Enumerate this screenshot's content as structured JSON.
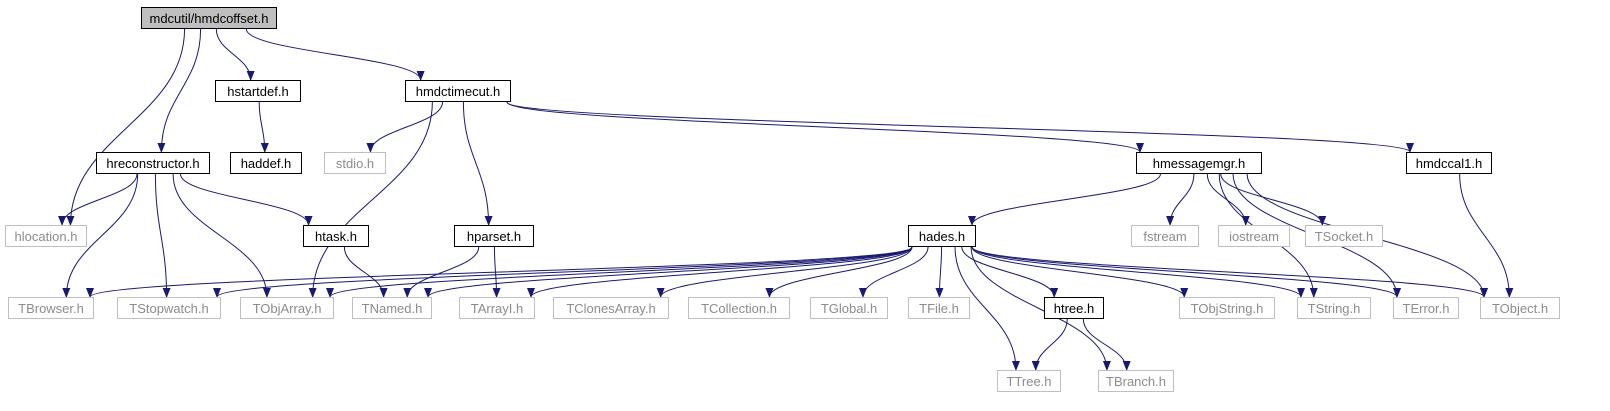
{
  "colors": {
    "edge": "#191970",
    "border": "#000000",
    "gray_border": "#bfbfbf",
    "gray_text": "#8c8c8c",
    "root_fill": "#bfbfbf"
  },
  "nodes": {
    "root": "mdcutil/hmdcoffset.h",
    "hstartdef": "hstartdef.h",
    "hmdctimecut": "hmdctimecut.h",
    "haddef": "haddef.h",
    "hreconstructor": "hreconstructor.h",
    "stdio": "stdio.h",
    "hmessagemgr": "hmessagemgr.h",
    "hmdccal1": "hmdccal1.h",
    "hlocation": "hlocation.h",
    "htask": "htask.h",
    "hparset": "hparset.h",
    "hades": "hades.h",
    "fstream": "fstream",
    "iostream": "iostream",
    "TSocket": "TSocket.h",
    "TBrowser": "TBrowser.h",
    "TStopwatch": "TStopwatch.h",
    "TObjArray": "TObjArray.h",
    "TNamed": "TNamed.h",
    "TArrayI": "TArrayI.h",
    "TClonesArray": "TClonesArray.h",
    "TCollection": "TCollection.h",
    "TGlobal": "TGlobal.h",
    "TFile": "TFile.h",
    "htree": "htree.h",
    "TObjString": "TObjString.h",
    "TString": "TString.h",
    "TError": "TError.h",
    "TObject": "TObject.h",
    "TTree": "TTree.h",
    "TBranch": "TBranch.h"
  },
  "edges": [
    [
      "root",
      "hlocation"
    ],
    [
      "root",
      "hreconstructor"
    ],
    [
      "root",
      "hstartdef"
    ],
    [
      "root",
      "hmdctimecut"
    ],
    [
      "hstartdef",
      "haddef"
    ],
    [
      "hmdctimecut",
      "stdio"
    ],
    [
      "hmdctimecut",
      "TObjArray"
    ],
    [
      "hmdctimecut",
      "hparset"
    ],
    [
      "hmdctimecut",
      "hmessagemgr"
    ],
    [
      "hmdctimecut",
      "hmdccal1"
    ],
    [
      "hreconstructor",
      "hlocation"
    ],
    [
      "hreconstructor",
      "TBrowser"
    ],
    [
      "hreconstructor",
      "TStopwatch"
    ],
    [
      "hreconstructor",
      "TObjArray"
    ],
    [
      "hreconstructor",
      "htask"
    ],
    [
      "htask",
      "TNamed"
    ],
    [
      "hparset",
      "TNamed"
    ],
    [
      "hparset",
      "TArrayI"
    ],
    [
      "hmessagemgr",
      "hades"
    ],
    [
      "hmessagemgr",
      "fstream"
    ],
    [
      "hmessagemgr",
      "iostream"
    ],
    [
      "hmessagemgr",
      "TSocket"
    ],
    [
      "hmessagemgr",
      "TString"
    ],
    [
      "hmessagemgr",
      "TError"
    ],
    [
      "hmessagemgr",
      "TObject"
    ],
    [
      "hmdccal1",
      "TObject"
    ],
    [
      "hades",
      "TBrowser"
    ],
    [
      "hades",
      "TStopwatch"
    ],
    [
      "hades",
      "TObjArray"
    ],
    [
      "hades",
      "TNamed"
    ],
    [
      "hades",
      "TArrayI"
    ],
    [
      "hades",
      "TClonesArray"
    ],
    [
      "hades",
      "TCollection"
    ],
    [
      "hades",
      "TGlobal"
    ],
    [
      "hades",
      "TFile"
    ],
    [
      "hades",
      "htree"
    ],
    [
      "hades",
      "TObjString"
    ],
    [
      "hades",
      "TString"
    ],
    [
      "hades",
      "TError"
    ],
    [
      "hades",
      "TObject"
    ],
    [
      "hades",
      "TTree"
    ],
    [
      "hades",
      "TBranch"
    ],
    [
      "htree",
      "TTree"
    ],
    [
      "htree",
      "TBranch"
    ]
  ]
}
